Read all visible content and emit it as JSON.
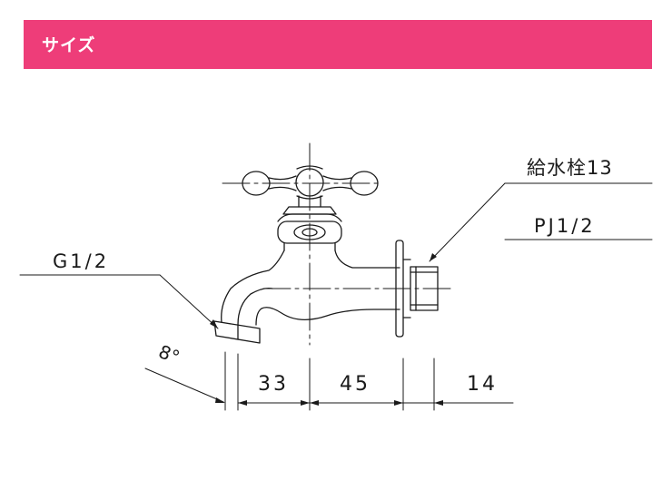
{
  "header": {
    "title": "サイズ",
    "color": "#ee3d79"
  },
  "diagram": {
    "labels": {
      "part_name": "給水栓13",
      "inlet_thread": "PJ1/2",
      "outlet_thread": "G1/2",
      "angle": "8°"
    },
    "dimensions": [
      "33",
      "45",
      "14"
    ]
  }
}
